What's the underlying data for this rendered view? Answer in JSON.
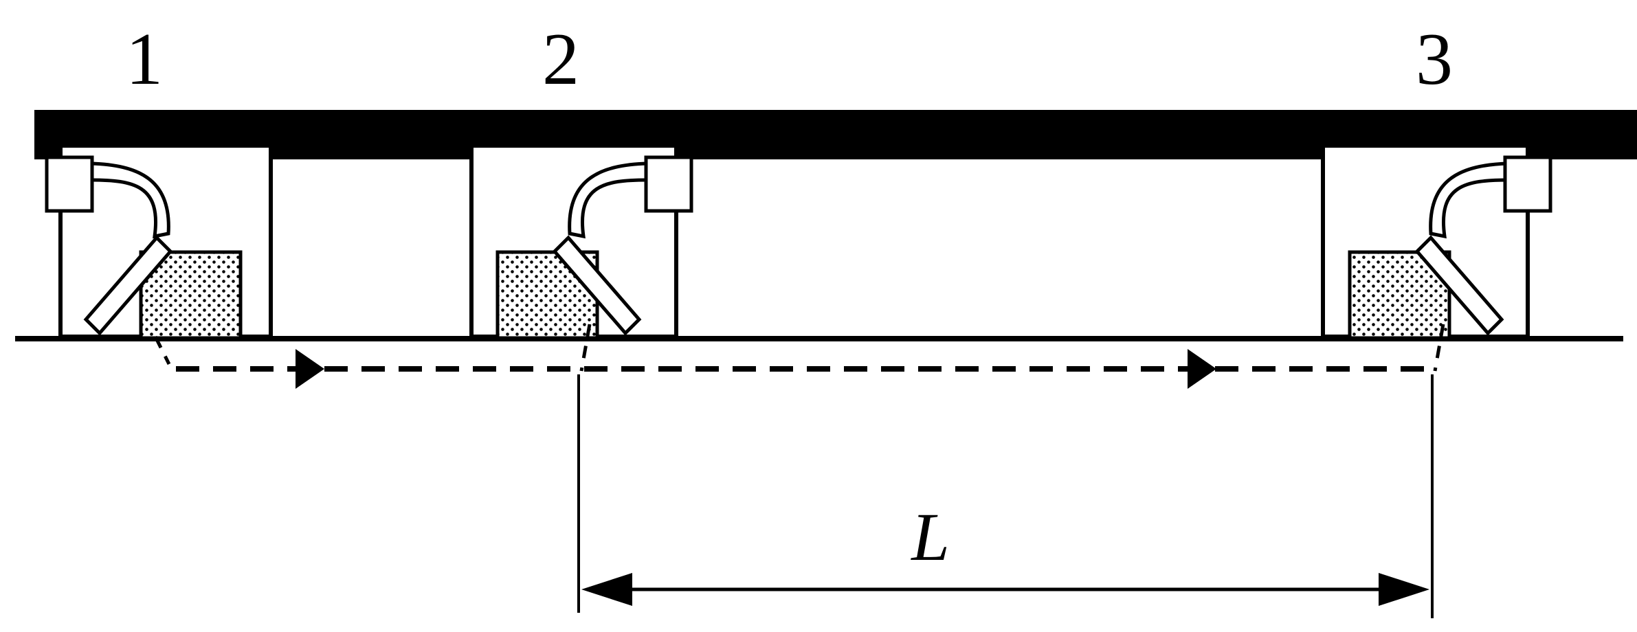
{
  "labels": {
    "probe_1": "1",
    "probe_2": "2",
    "probe_3": "3",
    "distance": "L"
  },
  "colors": {
    "ink": "#000000",
    "background": "#ffffff"
  }
}
